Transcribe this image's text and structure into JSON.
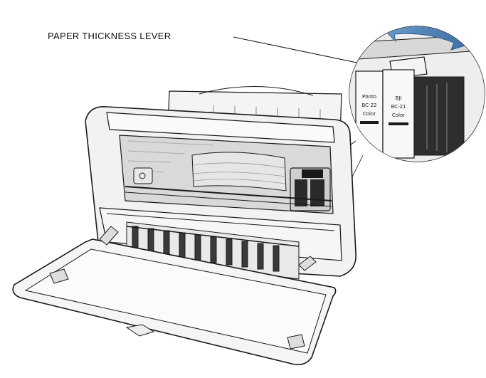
{
  "diagram": {
    "callout": {
      "label": "PAPER THICKNESS LEVER"
    },
    "cartridges": [
      {
        "lines": [
          "Photo",
          "BC-22",
          "Color"
        ]
      },
      {
        "lines": [
          "BJI",
          "BC-21",
          "Color"
        ]
      }
    ],
    "colors": {
      "line": "#1a1a1a",
      "printer_body": "#f2f2f2",
      "interior": "#d9d9d9",
      "paper": "#e6e6e6",
      "arrow": "#4f80b5",
      "arrow_shade": "#2f5f92"
    }
  }
}
